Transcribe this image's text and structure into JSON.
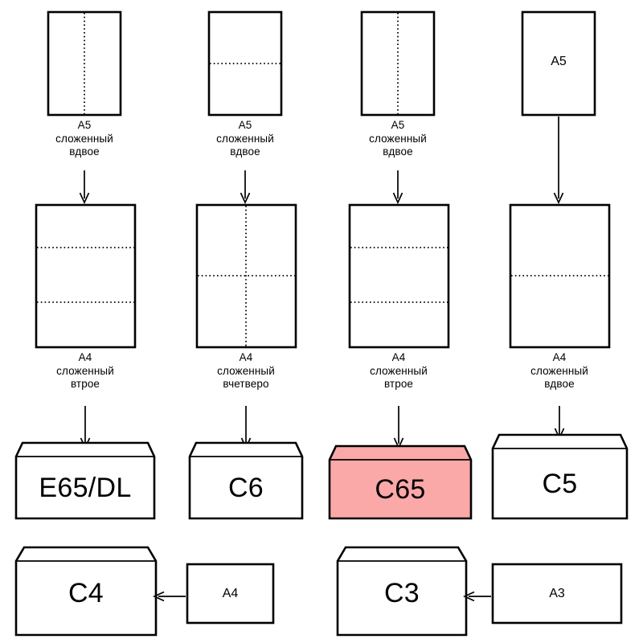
{
  "diagram": {
    "title": "Envelope and paper format folding chart",
    "colors": {
      "stroke": "#000000",
      "background": "#ffffff",
      "highlight_fill": "#FBA8A8"
    },
    "columns": [
      {
        "id": "col-1",
        "source_sheet": {
          "label": "A5",
          "fold": "vertical-half"
        },
        "source_caption": "A5\nсложенный\nвдвое",
        "mid_sheet": {
          "label": "A4",
          "fold": "horizontal-thirds"
        },
        "mid_caption": "A4\nсложенный\nвтрое",
        "envelope": {
          "label": "E65/DL",
          "highlighted": false
        }
      },
      {
        "id": "col-2",
        "source_sheet": {
          "label": "A5",
          "fold": "horizontal-half"
        },
        "source_caption": "A5\nсложенный\nвдвое",
        "mid_sheet": {
          "label": "A4",
          "fold": "cross-quarters"
        },
        "mid_caption": "A4\nсложенный\nвчетверо",
        "envelope": {
          "label": "C6",
          "highlighted": false
        }
      },
      {
        "id": "col-3",
        "source_sheet": {
          "label": "A5",
          "fold": "vertical-half"
        },
        "source_caption": "A5\nсложенный\nвдвое",
        "mid_sheet": {
          "label": "A4",
          "fold": "horizontal-thirds"
        },
        "mid_caption": "A4\nсложенный\nвтрое",
        "envelope": {
          "label": "C65",
          "highlighted": true
        }
      },
      {
        "id": "col-4",
        "source_sheet": {
          "label": "A5",
          "fold": "none",
          "label_inside": true
        },
        "source_caption": "",
        "mid_sheet": {
          "label": "A4",
          "fold": "horizontal-half"
        },
        "mid_caption": "A4\nсложенный\nвдвое",
        "envelope": {
          "label": "C5",
          "highlighted": false
        }
      }
    ],
    "bottom_row": [
      {
        "id": "bottom-1",
        "envelope": {
          "label": "C4",
          "highlighted": false
        },
        "sheet": {
          "label": "A4"
        },
        "arrow": "left"
      },
      {
        "id": "bottom-2",
        "envelope": {
          "label": "C3",
          "highlighted": false
        },
        "sheet": {
          "label": "A3"
        },
        "arrow": "left"
      }
    ]
  }
}
